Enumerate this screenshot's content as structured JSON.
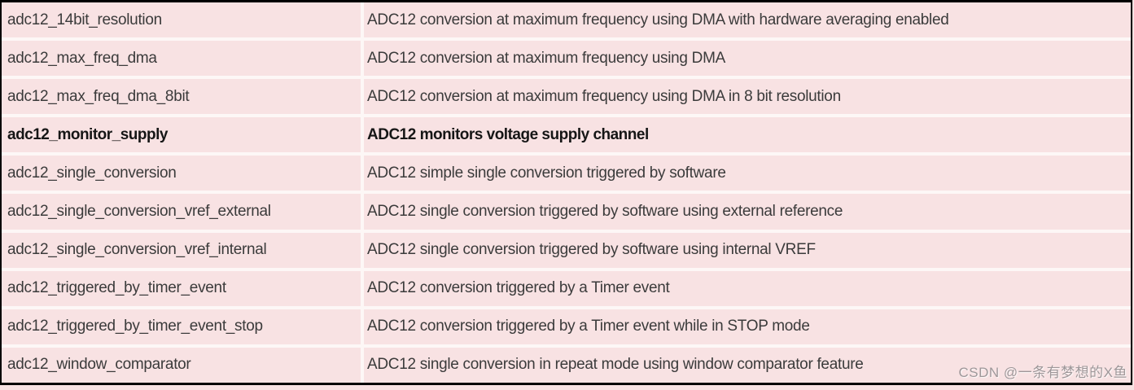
{
  "colors": {
    "page_bg": "#f8e2e3",
    "row_bg": "#f8e2e3",
    "separator": "#fdf7f6",
    "border": "#000000",
    "text": "#3b3b3b",
    "bold_text": "#161616",
    "watermark": "#9e9799"
  },
  "table": {
    "rows": [
      {
        "name": "adc12_14bit_resolution",
        "description": "ADC12 conversion at maximum frequency using DMA with hardware averaging enabled",
        "bold": false
      },
      {
        "name": "adc12_max_freq_dma",
        "description": "ADC12 conversion at maximum frequency using DMA",
        "bold": false
      },
      {
        "name": "adc12_max_freq_dma_8bit",
        "description": "ADC12 conversion at maximum frequency using DMA in 8 bit resolution",
        "bold": false
      },
      {
        "name": "adc12_monitor_supply",
        "description": "ADC12 monitors voltage supply channel",
        "bold": true
      },
      {
        "name": "adc12_single_conversion",
        "description": "ADC12 simple single conversion triggered by software",
        "bold": false
      },
      {
        "name": "adc12_single_conversion_vref_external",
        "description": "ADC12 single conversion triggered by software using external reference",
        "bold": false
      },
      {
        "name": "adc12_single_conversion_vref_internal",
        "description": "ADC12 single conversion triggered by software using internal VREF",
        "bold": false
      },
      {
        "name": "adc12_triggered_by_timer_event",
        "description": "ADC12 conversion triggered by a Timer event",
        "bold": false
      },
      {
        "name": "adc12_triggered_by_timer_event_stop",
        "description": "ADC12 conversion triggered by a Timer event while in STOP mode",
        "bold": false
      },
      {
        "name": "adc12_window_comparator",
        "description": "ADC12 single conversion in repeat mode using window comparator feature",
        "bold": false
      }
    ]
  },
  "watermark": {
    "text": "CSDN @一条有梦想的X鱼"
  }
}
